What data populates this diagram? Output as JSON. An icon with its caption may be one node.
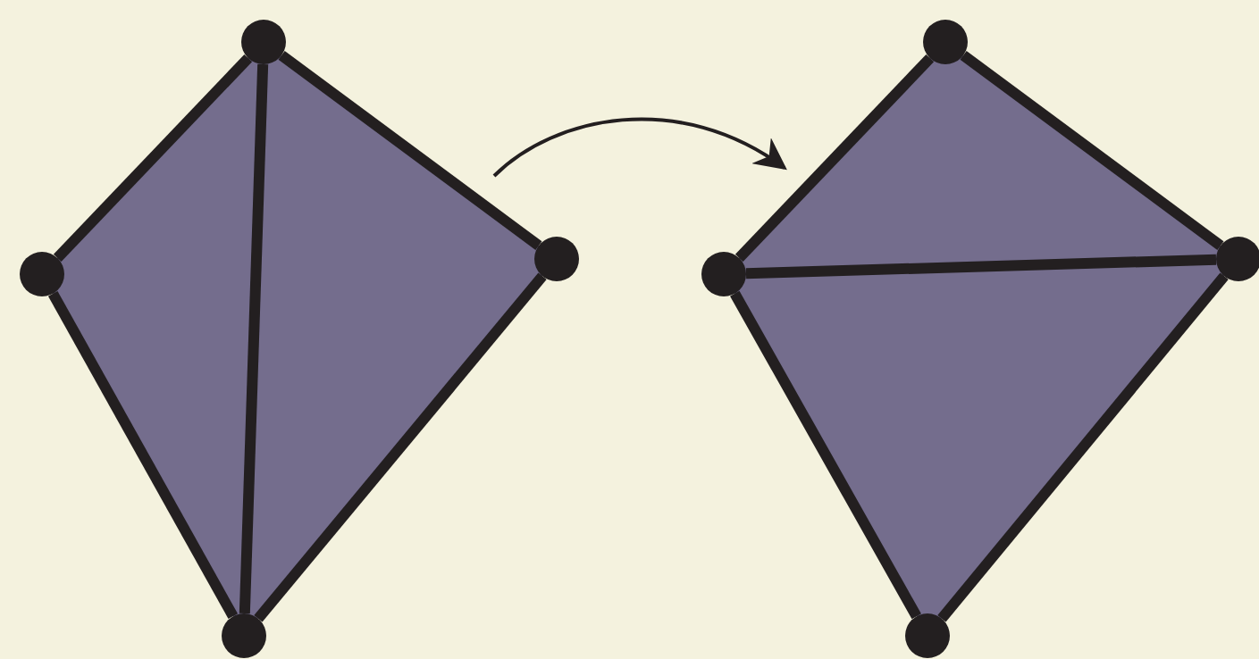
{
  "diagram": {
    "nodes": [
      {
        "text": [],
        "shape": "circle"
      },
      {
        "text": [],
        "shape": "circle"
      },
      {
        "text": [],
        "shape": "circle"
      },
      {
        "text": [],
        "shape": "circle"
      },
      {
        "text": [],
        "shape": "circle"
      },
      {
        "text": [],
        "shape": "circle"
      },
      {
        "text": [],
        "shape": "circle"
      },
      {
        "text": [],
        "shape": "circle"
      }
    ],
    "edges": [
      {
        "from": 0,
        "to": 1,
        "arrow": "none"
      },
      {
        "from": 0,
        "to": 2,
        "arrow": "none"
      },
      {
        "from": 2,
        "to": 3,
        "arrow": "none"
      },
      {
        "from": 1,
        "to": 3,
        "arrow": "none"
      },
      {
        "from": 0,
        "to": 3,
        "arrow": "none"
      },
      {
        "from": 4,
        "to": 5,
        "arrow": "none"
      },
      {
        "from": 4,
        "to": 6,
        "arrow": "none"
      },
      {
        "from": 6,
        "to": 7,
        "arrow": "none"
      },
      {
        "from": 5,
        "to": 7,
        "arrow": "none"
      },
      {
        "from": 5,
        "to": 6,
        "arrow": "none"
      }
    ]
  }
}
